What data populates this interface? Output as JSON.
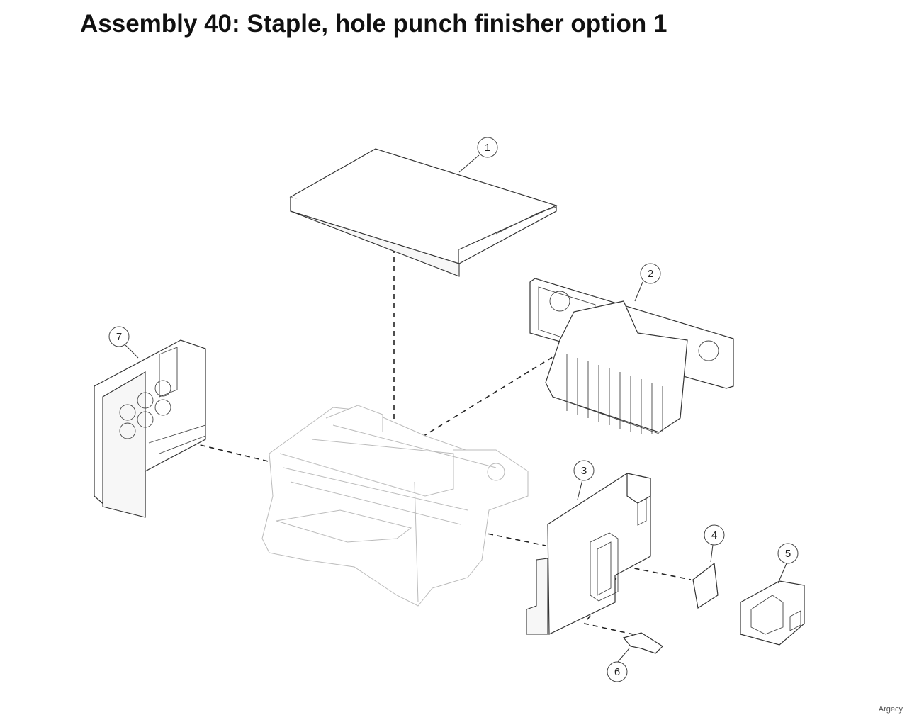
{
  "title": "Assembly 40: Staple, hole punch finisher option 1",
  "watermark": "Argecy",
  "callouts": [
    "1",
    "2",
    "3",
    "4",
    "5",
    "6",
    "7"
  ]
}
